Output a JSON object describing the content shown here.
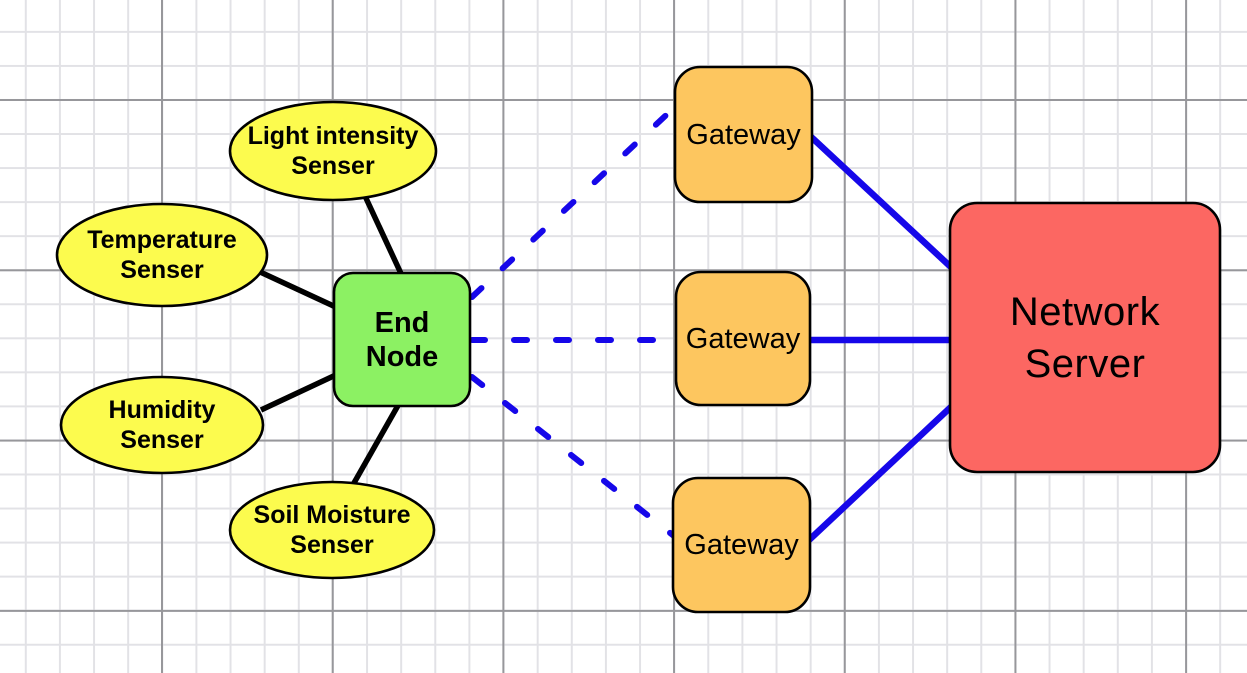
{
  "diagram": {
    "description": "IoT LoRa network architecture diagram on grid paper",
    "nodes": {
      "sensors": [
        {
          "id": "light-intensity-senser",
          "label": "Light intensity\nSenser"
        },
        {
          "id": "temperature-senser",
          "label": "Temperature\nSenser"
        },
        {
          "id": "humidity-senser",
          "label": "Humidity\nSenser"
        },
        {
          "id": "soil-moisture-senser",
          "label": "Soil Moisture\nSenser"
        }
      ],
      "end_node": {
        "id": "end-node",
        "label": "End\nNode"
      },
      "gateways": [
        {
          "id": "gateway-top",
          "label": "Gateway"
        },
        {
          "id": "gateway-middle",
          "label": "Gateway"
        },
        {
          "id": "gateway-bottom",
          "label": "Gateway"
        }
      ],
      "server": {
        "id": "network-server",
        "label": "Network\nServer"
      }
    },
    "colors": {
      "sensor_fill": "#FCFB4E",
      "end_node_fill": "#8CF163",
      "gateway_fill": "#FDC65F",
      "server_fill": "#FC6762",
      "shape_border": "#000000",
      "sensor_link": "#000000",
      "radio_link_blue": "#1607E9",
      "grid_minor": "#e2e2e6",
      "grid_major": "#97979b"
    },
    "links": {
      "sensor_to_end_node_style": "solid black",
      "end_node_to_gateway_style": "dashed blue",
      "gateway_to_server_style": "solid blue"
    }
  }
}
